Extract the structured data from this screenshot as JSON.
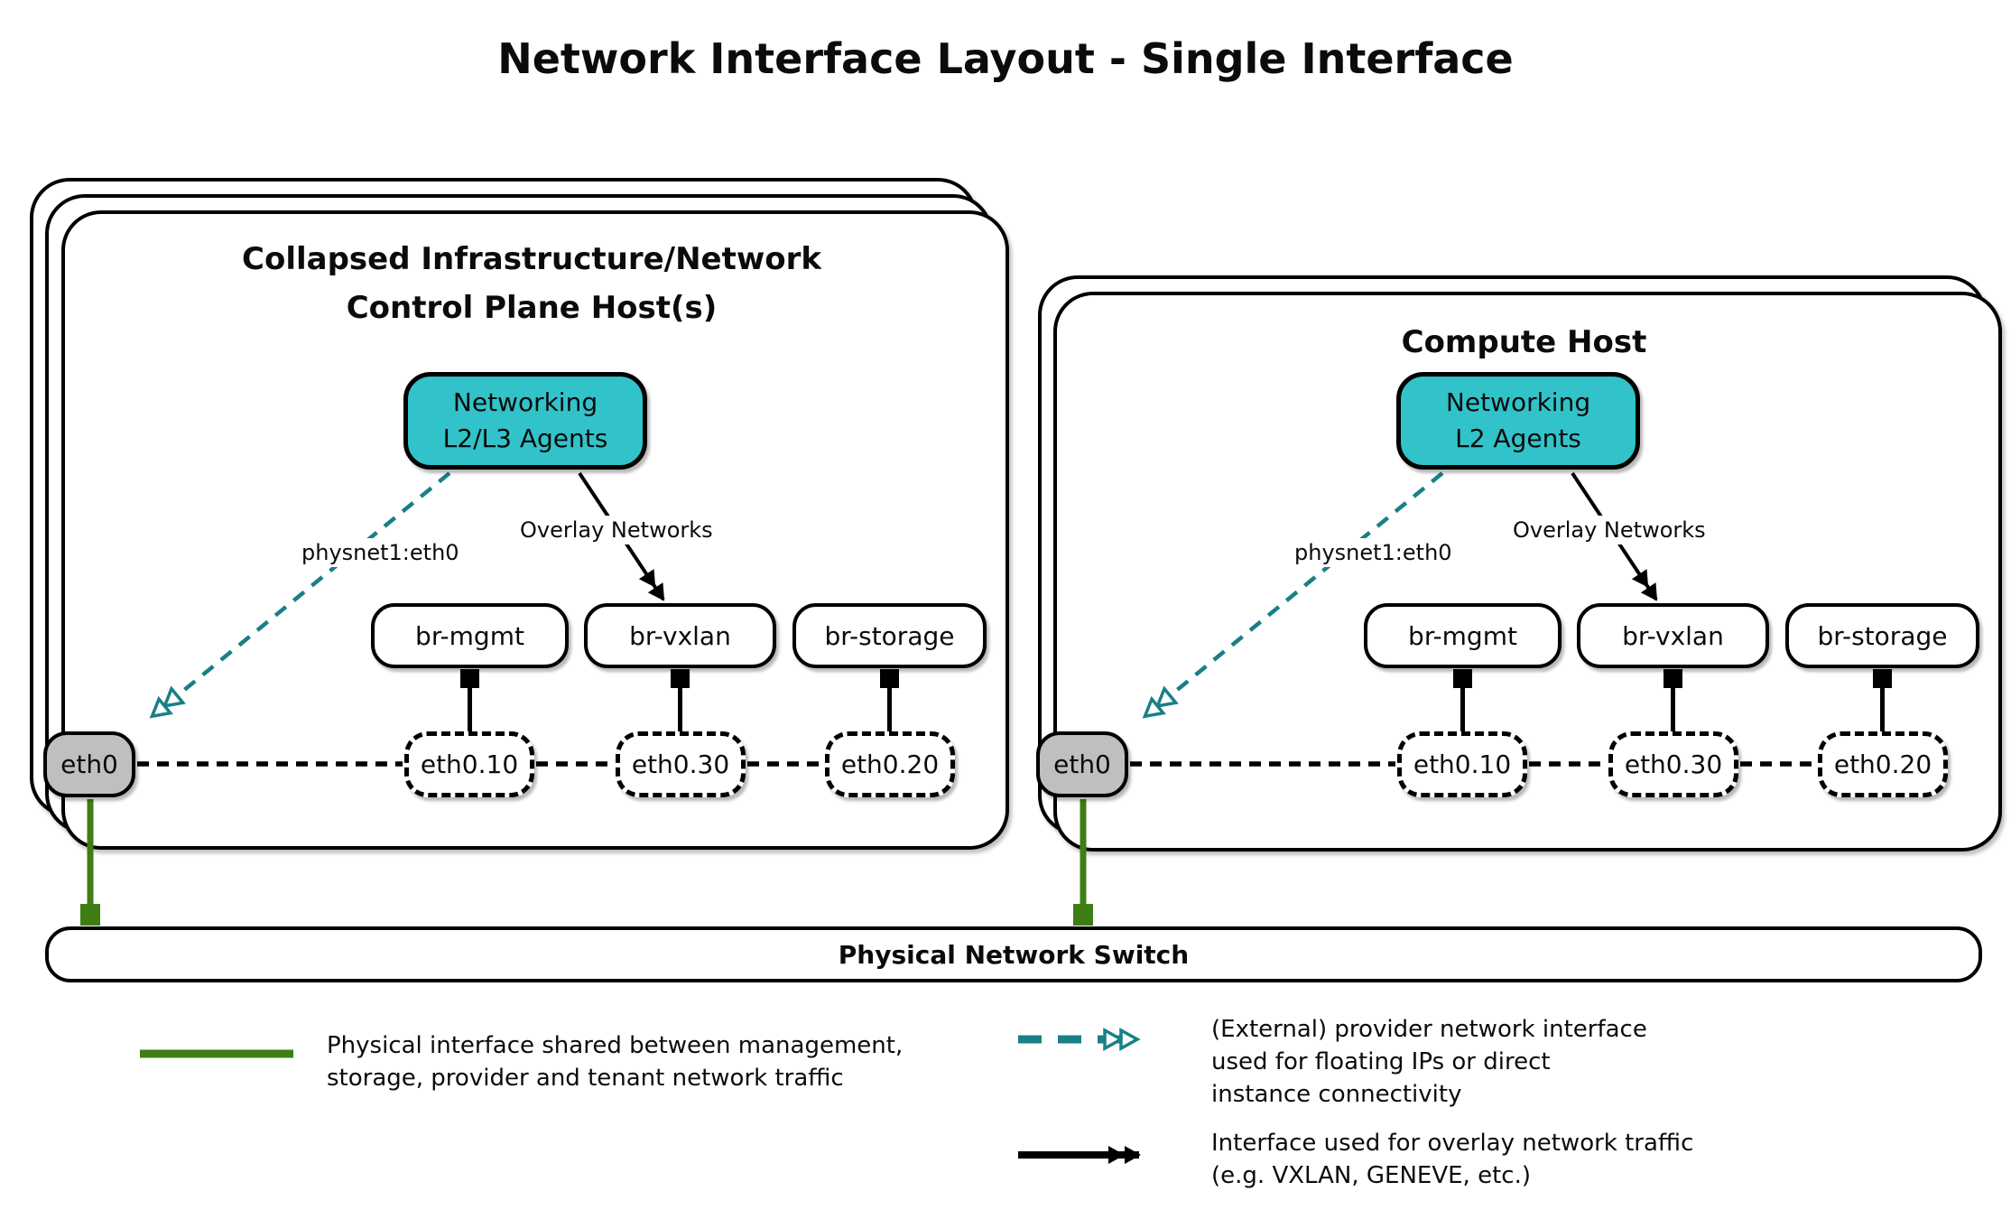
{
  "title": "Network Interface Layout - Single Interface",
  "hosts": [
    {
      "title_line1": "Collapsed Infrastructure/Network",
      "title_line2": "Control Plane Host(s)",
      "agent_line1": "Networking",
      "agent_line2": "L2/L3 Agents",
      "physnet_label": "physnet1:eth0",
      "overlay_label": "Overlay Networks",
      "bridges": [
        "br-mgmt",
        "br-vxlan",
        "br-storage"
      ],
      "physical_interface": "eth0",
      "vlan_interfaces": [
        "eth0.10",
        "eth0.30",
        "eth0.20"
      ]
    },
    {
      "title_line1": "Compute Host",
      "agent_line1": "Networking",
      "agent_line2": "L2 Agents",
      "physnet_label": "physnet1:eth0",
      "overlay_label": "Overlay Networks",
      "bridges": [
        "br-mgmt",
        "br-vxlan",
        "br-storage"
      ],
      "physical_interface": "eth0",
      "vlan_interfaces": [
        "eth0.10",
        "eth0.30",
        "eth0.20"
      ]
    }
  ],
  "switch_label": "Physical Network Switch",
  "legend": [
    {
      "swatch": "physical-link-line",
      "line1": "Physical interface shared between management,",
      "line2": "storage, provider and tenant network traffic"
    },
    {
      "swatch": "provider-network-arrow",
      "line1": "(External) provider network interface",
      "line2": "used for floating IPs or direct",
      "line3": "instance connectivity"
    },
    {
      "swatch": "overlay-network-arrow",
      "line1": "Interface used for overlay network traffic",
      "line2": "(e.g. VXLAN, GENEVE, etc.)"
    }
  ],
  "colors": {
    "agent_fill": "#31c3c9",
    "provider_arrow": "#1a7f86",
    "physical_link": "#3e7e14",
    "physical_interface_fill": "#bfbfbf",
    "node_border": "#000000"
  }
}
